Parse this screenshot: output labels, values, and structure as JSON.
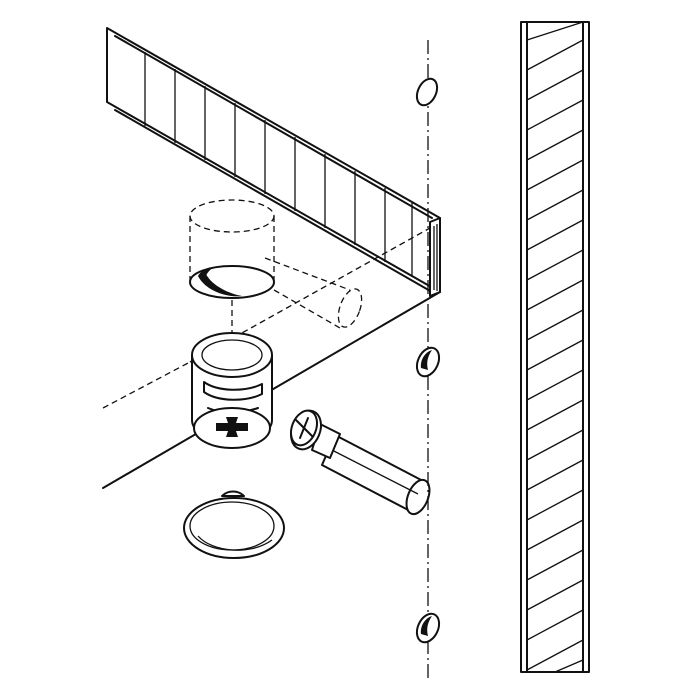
{
  "figure": {
    "background": "#ffffff",
    "ink": "#111111",
    "parts": [
      "shelf-panel",
      "side-wall",
      "cam-lock-housing",
      "connecting-bolt",
      "cover-cap",
      "shelf-support-holes"
    ]
  }
}
